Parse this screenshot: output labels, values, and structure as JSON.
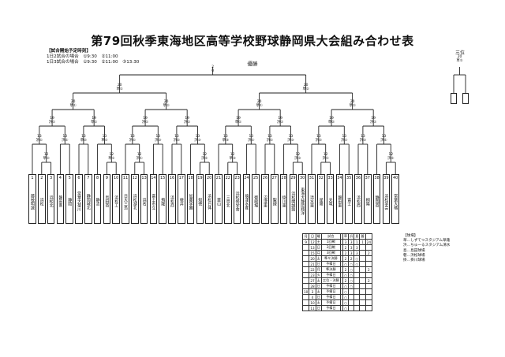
{
  "title": "第79回秋季東海地区高等学校野球静岡県大会組み合わせ表",
  "start_times": {
    "heading": "【試合開始予定時刻】",
    "lines": [
      "1日2試合の場合　①9:30　②11:00",
      "1日3試合の場合　①9:30　②11:00　③13:30"
    ]
  },
  "final_label": "優勝",
  "third_place_label": "三位",
  "team_numbers": [
    "1",
    "2",
    "3",
    "4",
    "5",
    "6",
    "7",
    "8",
    "9",
    "10",
    "11",
    "12",
    "13",
    "14",
    "15",
    "16",
    "17",
    "18",
    "19",
    "20",
    "21",
    "22",
    "23",
    "24",
    "25",
    "26",
    "27",
    "28",
    "29",
    "30",
    "31",
    "32",
    "33",
    "34",
    "35",
    "36",
    "37",
    "38",
    "39",
    "40"
  ],
  "team_names": [
    "藤枝明誠",
    "浜松",
    "浜松北",
    "磐田南",
    "静岡",
    "常葉大菊川",
    "静岡城北",
    "静清",
    "島田商",
    "浜松工",
    "日大三島",
    "浜松湖北",
    "浜名",
    "富士市立",
    "飛龍",
    "浜松商",
    "袋井",
    "加藤学園",
    "知徳",
    "浜松日体",
    "韮山",
    "三島北",
    "浜松修学舎",
    "焼津水産",
    "御殿場",
    "沼津東",
    "聖隷",
    "掛川東",
    "浜松開誠館",
    "東海大静岡翔洋",
    "清水東",
    "星陵",
    "天竜",
    "磐田東",
    "富士",
    "浜松西",
    "桐陽",
    "静岡商",
    "浜松学芸",
    "常葉大橘"
  ],
  "match_labels": {
    "final": [
      "20",
      "草②"
    ],
    "semi": [
      [
        "20",
        "草①"
      ],
      [
        "20",
        "草②"
      ]
    ],
    "qf": [
      [
        "20",
        "草①"
      ],
      [
        "20",
        "草②"
      ],
      [
        "20",
        "草①"
      ],
      [
        "20",
        "草②"
      ]
    ],
    "r16": [
      [
        "19",
        "浜①"
      ],
      [
        "19",
        "草①"
      ],
      [
        "19",
        "浜①"
      ],
      [
        "19",
        "浜②"
      ],
      [
        "19",
        "草①"
      ],
      [
        "19",
        "浜②"
      ],
      [
        "19",
        "草②"
      ],
      [
        "19",
        "浜②"
      ]
    ],
    "r32": [
      [
        "13",
        "浜①"
      ],
      [
        "13",
        "浜②"
      ],
      [
        "13",
        "草②"
      ],
      [
        "13",
        "草①"
      ],
      [
        "13",
        "浜①"
      ],
      [
        "13",
        "浜③"
      ],
      [
        "13",
        "浜②"
      ],
      [
        "13",
        "浜③"
      ],
      [
        "13",
        "草③"
      ],
      [
        "13",
        "浜②"
      ],
      [
        "13",
        "浜①"
      ],
      [
        "13",
        "浜③"
      ],
      [
        "13",
        "浜②"
      ],
      [
        "13",
        "浜①"
      ],
      [
        "13",
        "浜③"
      ],
      [
        "13",
        "浜①"
      ]
    ],
    "r1": [
      [
        "12",
        "草②"
      ],
      [
        "12",
        "草①"
      ],
      [
        "12",
        "浜①"
      ],
      [
        "12",
        "浜②"
      ],
      [
        "12",
        "草③"
      ],
      [
        "12",
        "浜③"
      ],
      [
        "12",
        "浜①"
      ],
      [
        "12",
        "浜②"
      ]
    ],
    "third": [
      "20",
      "草①"
    ]
  },
  "schedule": {
    "headers": [
      "月",
      "日",
      "曜",
      "試合",
      "",
      "草",
      "浜",
      "島",
      "磐"
    ],
    "rows": [
      [
        "9",
        "12",
        "土",
        "1回戦",
        "",
        "3",
        "3",
        "1",
        "1"
      ],
      [
        "",
        "13",
        "日",
        "2回戦",
        "",
        "2",
        "3",
        "3",
        ""
      ],
      [
        "",
        "15",
        "月",
        "3回戦",
        "",
        "2",
        "3",
        "3",
        ""
      ],
      [
        "",
        "20",
        "土",
        "準々決勝",
        "",
        "2",
        "2",
        "○",
        ""
      ],
      [
        "",
        "21",
        "日",
        "予備日",
        "",
        "○",
        "○",
        "○",
        ""
      ],
      [
        "",
        "22",
        "月",
        "準決勝",
        "",
        "2",
        "○",
        "",
        ""
      ],
      [
        "",
        "23",
        "火",
        "予備日",
        "",
        "○",
        "○",
        "",
        ""
      ],
      [
        "",
        "27",
        "土",
        "三位・決勝",
        "",
        "2",
        "○",
        "",
        ""
      ],
      [
        "",
        "28",
        "日",
        "予備日",
        "",
        "○",
        "○",
        "",
        ""
      ],
      [
        "10",
        "3",
        "土",
        "予備日",
        "",
        "○",
        "",
        "",
        ""
      ],
      [
        "",
        "4",
        "日",
        "予備日",
        "",
        "○",
        "",
        "",
        ""
      ],
      [
        "",
        "10",
        "土",
        "予備日",
        "",
        "○",
        "",
        "",
        ""
      ],
      [
        "",
        "11",
        "日",
        "予備日",
        "",
        "○",
        "",
        "",
        ""
      ]
    ],
    "side": [
      "24",
      "",
      "2",
      "",
      "",
      "2",
      "",
      "2",
      "",
      "",
      "",
      "",
      ""
    ]
  },
  "legend": {
    "title": "【球場】",
    "lines": [
      "草…しずてつスタジアム草薙",
      "浜…ちゅーるスタジアム清水",
      "島…島田球場",
      "磐…浜松球場",
      "掛…掛川球場"
    ]
  }
}
